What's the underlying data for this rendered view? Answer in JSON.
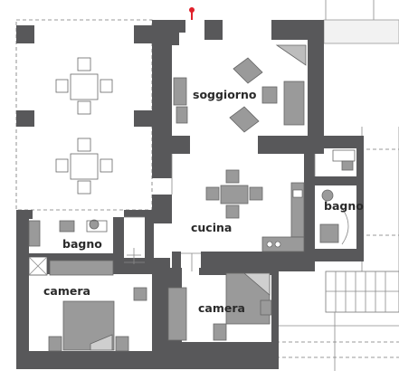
{
  "plan": {
    "rooms": {
      "soggiorno": "soggiorno",
      "bagno_small": "bagno",
      "bagno_left": "bagno",
      "cucina": "cucina",
      "camera_left": "camera",
      "camera_center": "camera"
    },
    "colors": {
      "wall": "#58585a",
      "furniture": "#9a9a9a",
      "marker": "#e0202a",
      "background": "#ffffff"
    },
    "icons": [
      "entrance-marker-icon"
    ]
  }
}
